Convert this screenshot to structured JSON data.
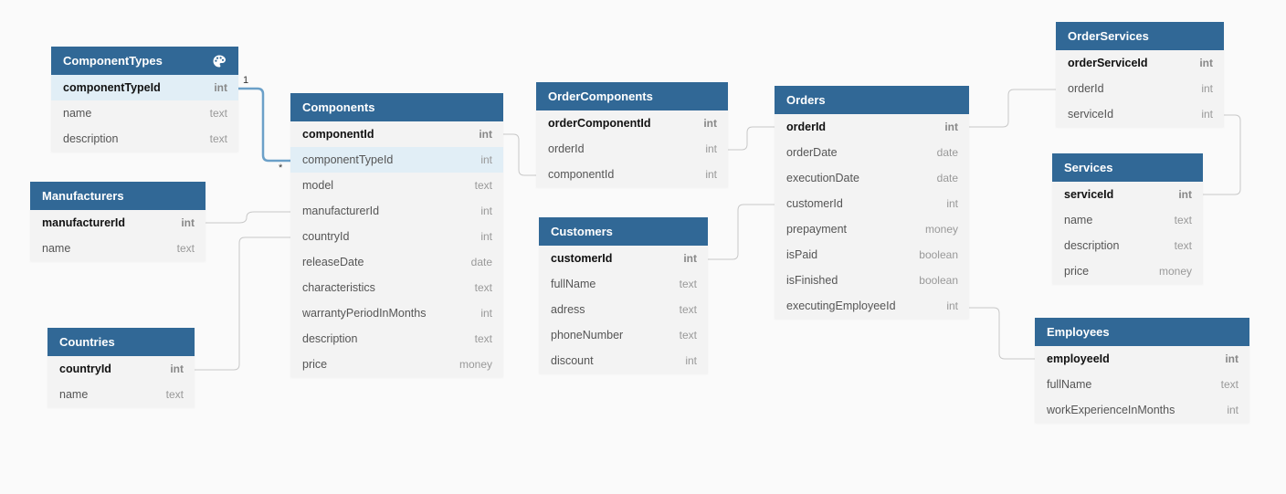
{
  "colors": {
    "header": "#316896",
    "link": "#c8c8c8",
    "link_active": "#6ba0c8",
    "highlight": "#e1eef6",
    "canvas": "#fafafa"
  },
  "relations": {
    "one_label": "1",
    "many_label": "*"
  },
  "tables": [
    {
      "name": "ComponentTypes",
      "icon": "palette-icon",
      "fields": [
        {
          "name": "componentTypeId",
          "type": "int",
          "pk": true,
          "highlight": true
        },
        {
          "name": "name",
          "type": "text"
        },
        {
          "name": "description",
          "type": "text"
        }
      ]
    },
    {
      "name": "Manufacturers",
      "fields": [
        {
          "name": "manufacturerId",
          "type": "int",
          "pk": true
        },
        {
          "name": "name",
          "type": "text"
        }
      ]
    },
    {
      "name": "Countries",
      "fields": [
        {
          "name": "countryId",
          "type": "int",
          "pk": true
        },
        {
          "name": "name",
          "type": "text"
        }
      ]
    },
    {
      "name": "Components",
      "fields": [
        {
          "name": "componentId",
          "type": "int",
          "pk": true
        },
        {
          "name": "componentTypeId",
          "type": "int",
          "highlight": true
        },
        {
          "name": "model",
          "type": "text"
        },
        {
          "name": "manufacturerId",
          "type": "int"
        },
        {
          "name": "countryId",
          "type": "int"
        },
        {
          "name": "releaseDate",
          "type": "date"
        },
        {
          "name": "characteristics",
          "type": "text"
        },
        {
          "name": "warrantyPeriodInMonths",
          "type": "int"
        },
        {
          "name": "description",
          "type": "text"
        },
        {
          "name": "price",
          "type": "money"
        }
      ]
    },
    {
      "name": "OrderComponents",
      "fields": [
        {
          "name": "orderComponentId",
          "type": "int",
          "pk": true
        },
        {
          "name": "orderId",
          "type": "int"
        },
        {
          "name": "componentId",
          "type": "int"
        }
      ]
    },
    {
      "name": "Customers",
      "fields": [
        {
          "name": "customerId",
          "type": "int",
          "pk": true
        },
        {
          "name": "fullName",
          "type": "text"
        },
        {
          "name": "adress",
          "type": "text"
        },
        {
          "name": "phoneNumber",
          "type": "text"
        },
        {
          "name": "discount",
          "type": "int"
        }
      ]
    },
    {
      "name": "Orders",
      "fields": [
        {
          "name": "orderId",
          "type": "int",
          "pk": true
        },
        {
          "name": "orderDate",
          "type": "date"
        },
        {
          "name": "executionDate",
          "type": "date"
        },
        {
          "name": "customerId",
          "type": "int"
        },
        {
          "name": "prepayment",
          "type": "money"
        },
        {
          "name": "isPaid",
          "type": "boolean"
        },
        {
          "name": "isFinished",
          "type": "boolean"
        },
        {
          "name": "executingEmployeeId",
          "type": "int"
        }
      ]
    },
    {
      "name": "OrderServices",
      "fields": [
        {
          "name": "orderServiceId",
          "type": "int",
          "pk": true
        },
        {
          "name": "orderId",
          "type": "int"
        },
        {
          "name": "serviceId",
          "type": "int"
        }
      ]
    },
    {
      "name": "Services",
      "fields": [
        {
          "name": "serviceId",
          "type": "int",
          "pk": true
        },
        {
          "name": "name",
          "type": "text"
        },
        {
          "name": "description",
          "type": "text"
        },
        {
          "name": "price",
          "type": "money"
        }
      ]
    },
    {
      "name": "Employees",
      "fields": [
        {
          "name": "employeeId",
          "type": "int",
          "pk": true
        },
        {
          "name": "fullName",
          "type": "text"
        },
        {
          "name": "workExperienceInMonths",
          "type": "int"
        }
      ]
    }
  ]
}
